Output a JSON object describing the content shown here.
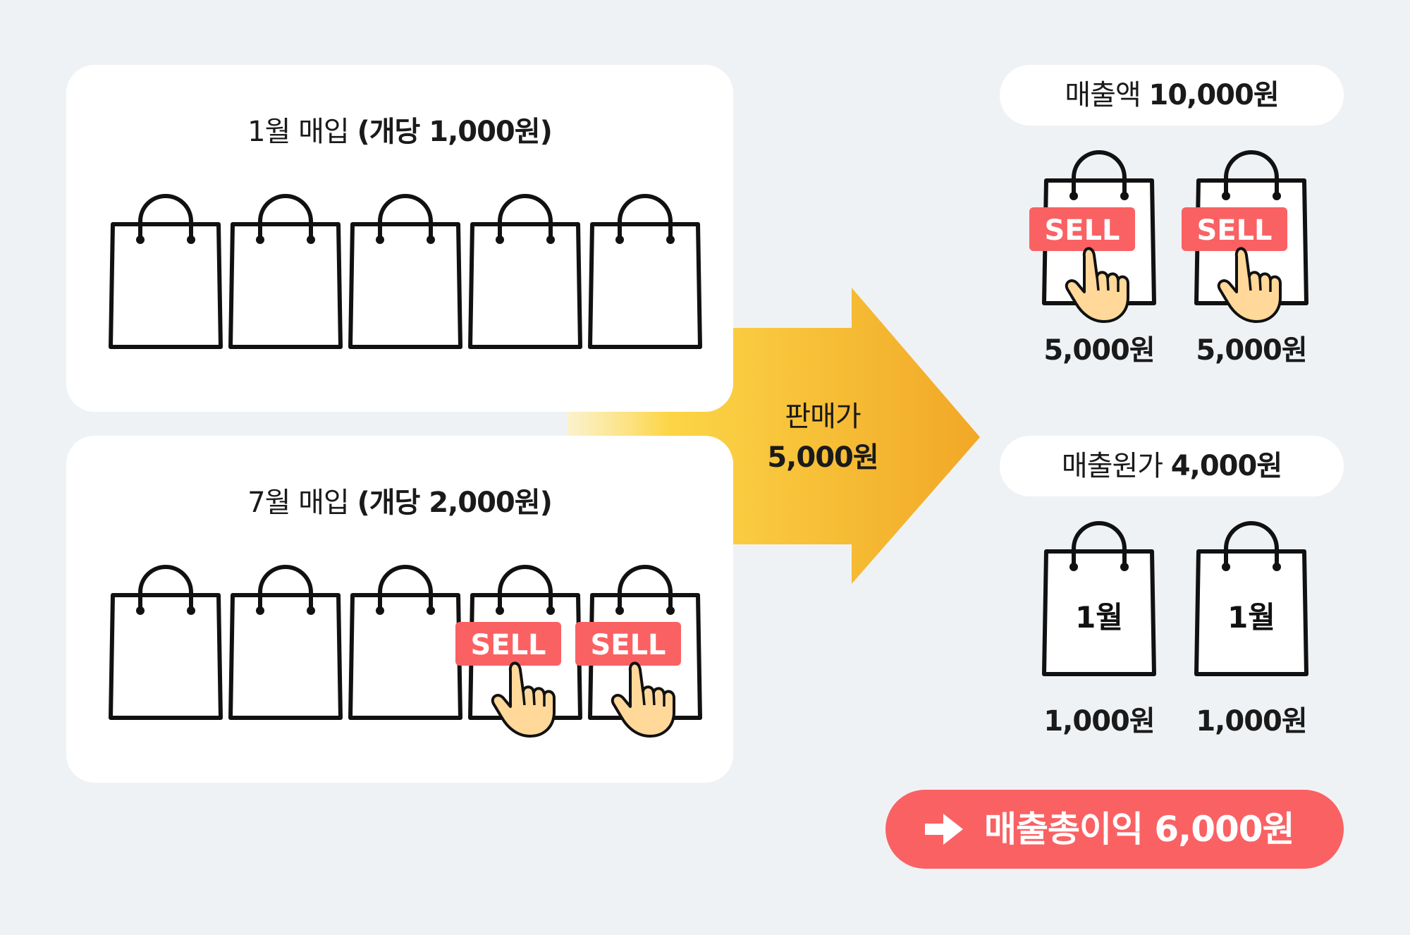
{
  "colors": {
    "background": "#eff2f5",
    "card": "#ffffff",
    "sell_tag": "#fa6163",
    "result_pill": "#fa6163",
    "arrow_gradient_start": "#fde98a",
    "arrow_gradient_end": "#f1a826",
    "hand": "#ffd89a"
  },
  "january": {
    "title_light": "1월 매입",
    "title_bold": "(개당 1,000원)",
    "bag_count": 5
  },
  "july": {
    "title_light": "7월 매입",
    "title_bold": "(개당 2,000원)",
    "bag_count": 5,
    "sold_count": 2
  },
  "sell_tag_label": "SELL",
  "arrow": {
    "line1": "판매가",
    "line2": "5,000원"
  },
  "revenue": {
    "label_light": "매출액",
    "label_bold": "10,000원",
    "items": [
      {
        "price": "5,000원"
      },
      {
        "price": "5,000원"
      }
    ]
  },
  "cost": {
    "label_light": "매출원가",
    "label_bold": "4,000원",
    "items": [
      {
        "bag_label": "1월",
        "price": "1,000원"
      },
      {
        "bag_label": "1월",
        "price": "1,000원"
      }
    ]
  },
  "result": {
    "icon": "arrow-right-icon",
    "label": "매출총이익 6,000원"
  }
}
